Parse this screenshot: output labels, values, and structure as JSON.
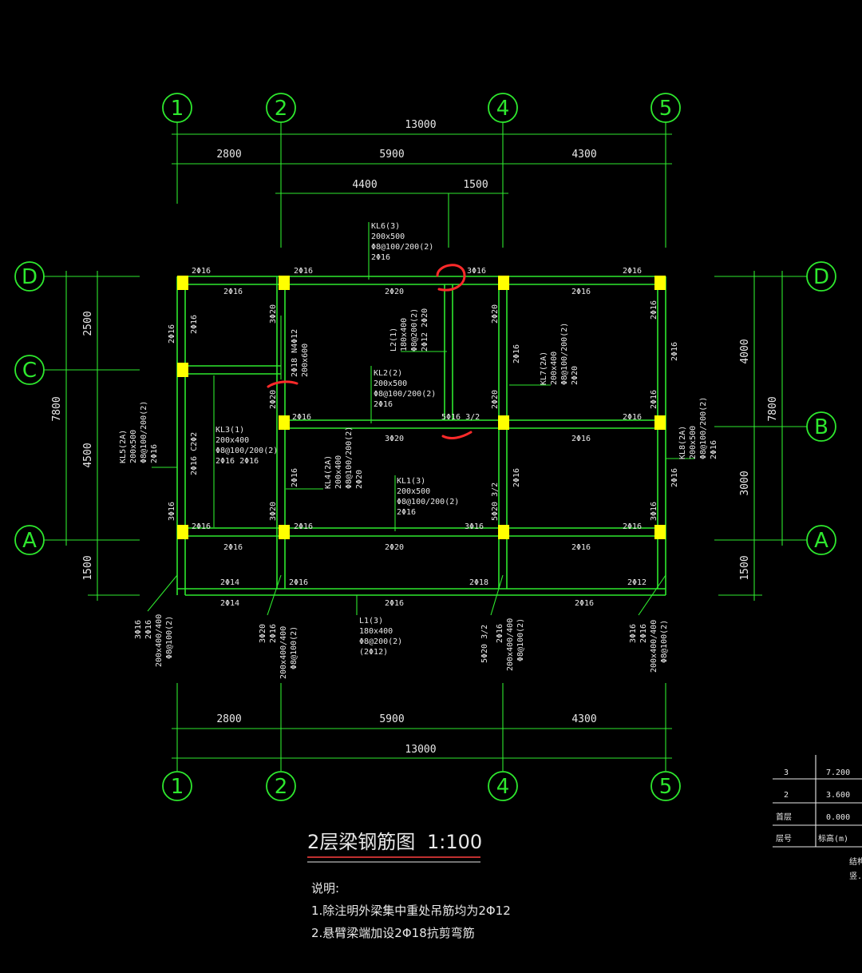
{
  "axes_top": [
    "1",
    "2",
    "4",
    "5"
  ],
  "axes_left": [
    "D",
    "C",
    "A"
  ],
  "axes_right": [
    "D",
    "B",
    "A"
  ],
  "dims": {
    "overall_h": "13000",
    "spans_h": [
      "2800",
      "5900",
      "4300"
    ],
    "sub_h": [
      "4400",
      "1500"
    ],
    "overall_v": "7800",
    "left_v": [
      "2500",
      "4500",
      "1500"
    ],
    "right_v": [
      "4000",
      "3000",
      "1500"
    ]
  },
  "beam_labels": {
    "kl6_1": "KL6(3)",
    "kl6_2": "200x500",
    "kl6_3": "Φ8@100/200(2)",
    "kl6_4": "2Φ16",
    "l2_1": "L2(1)",
    "l2_2": "180x400",
    "l2_3": "Φ8@200(2)",
    "l2_4": "2Φ12 2Φ20",
    "kl2_1": "KL2(2)",
    "kl2_2": "200x500",
    "kl2_3": "Φ8@100/200(2)",
    "kl2_4": "2Φ16",
    "kl3_1": "KL3(1)",
    "kl3_2": "200x400",
    "kl3_3": "Φ8@100/200(2)",
    "kl3_4": "2Φ16 2Φ16",
    "kl1_1": "KL1(3)",
    "kl1_2": "200x500",
    "kl1_3": "Φ8@100/200(2)",
    "kl1_4": "2Φ16",
    "kl7_1": "KL7(2A)",
    "kl7_2": "200x400",
    "kl7_3": "Φ8@100/200(2)",
    "kl7_4": "2Φ20",
    "kl5_1": "KL5(2A)",
    "kl5_2": "200x500",
    "kl5_3": "Φ8@100/200(2)",
    "kl5_4": "2Φ16",
    "kl8_1": "KL8(2A)",
    "kl8_2": "200x500",
    "kl8_3": "Φ8@100/200(2)",
    "kl8_4": "2Φ16",
    "kl4_1": "KL4(2A)",
    "kl4_2": "200x400",
    "kl4_3": "Φ8@100/200(2)",
    "kl4_4": "2Φ20",
    "l1_1": "L1(3)",
    "l1_2": "180x400",
    "l1_3": "Φ8@200(2)",
    "l1_4": "(2Φ12)",
    "kl_c": "2Φ18 N4Φ12",
    "kl_c2": "200x600",
    "bot_a1": "3Φ16",
    "bot_a2": "2Φ16",
    "bot_a3": "200x400/400",
    "bot_a4": "Φ8@100(2)",
    "bot_b1": "3Φ20",
    "bot_b2": "2Φ16",
    "bot_b3": "200x400/400",
    "bot_b4": "Φ8@100(2)",
    "bot_c1": "5Φ20 3/2",
    "bot_c2": "2Φ16",
    "bot_c3": "200x400/400",
    "bot_c4": "Φ8@100(2)",
    "bot_d1": "3Φ16",
    "bot_d2": "2Φ16",
    "bot_d3": "200x400/400",
    "bot_d4": "Φ8@100(2)"
  },
  "rebar": {
    "d_top_1": "2Φ16",
    "d_top_2": "2Φ16",
    "d_top_3": "3Φ16",
    "d_top_4": "2Φ16",
    "d_bot_1": "2Φ16",
    "d_bot_2": "2Φ20",
    "d_bot_3": "2Φ16",
    "b_top_1": "2Φ16",
    "b_top_2": "5Φ16 3/2",
    "b_top_3": "2Φ16",
    "b_bot_1": "3Φ20",
    "b_bot_2": "2Φ16",
    "a_top_1": "2Φ16",
    "a_top_2": "2Φ16",
    "a_top_3": "3Φ16",
    "a_top_4": "2Φ16",
    "a_bot_1": "2Φ16",
    "a_bot_2": "2Φ20",
    "a_bot_3": "2Φ16",
    "e_top_1": "2Φ14",
    "e_top_2": "2Φ16",
    "e_top_3": "2Φ18",
    "e_top_4": "2Φ12",
    "e_bot_1": "2Φ14",
    "e_bot_2": "2Φ16",
    "e_bot_3": "2Φ16",
    "v1a": "2Φ16",
    "v1b": "2Φ16",
    "v1c": "2Φ16 C2Φ2",
    "v1d": "3Φ16",
    "v2a": "3Φ20",
    "v2b": "2Φ20",
    "v2c": "2Φ16",
    "v2d": "3Φ20",
    "v4a": "2Φ20",
    "v4b": "2Φ16",
    "v4c": "2Φ20",
    "v4d": "2Φ16",
    "v4e": "5Φ20 3/2",
    "v5a": "2Φ16",
    "v5b": "2Φ16",
    "v5c": "2Φ16",
    "v5d": "2Φ16",
    "v5e": "2Φ16",
    "v5f": "3Φ16"
  },
  "title": "2层梁钢筋图",
  "scale": "1:100",
  "notes": {
    "heading": "说明:",
    "line1": "1.除注明外梁集中重处吊筋均为2Φ12",
    "line2": "2.悬臂梁端加设2Φ18抗剪弯筋"
  },
  "level_table": {
    "rows": [
      {
        "floor": "3",
        "elev": "7.200"
      },
      {
        "floor": "2",
        "elev": "3.600"
      },
      {
        "floor": "首层",
        "elev": "0.000"
      }
    ],
    "header": {
      "floor": "层号",
      "elev": "标高(m)"
    },
    "side": [
      "结构",
      "竖..."
    ]
  }
}
